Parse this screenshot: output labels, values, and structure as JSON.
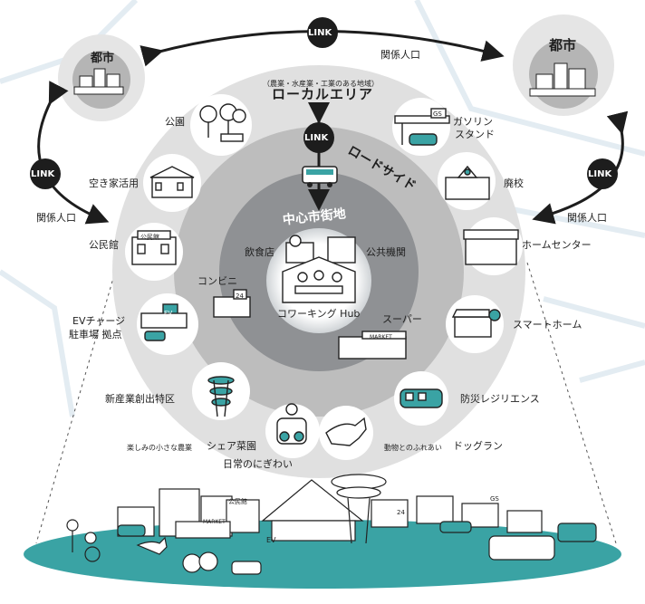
{
  "title": {
    "subtitle": "（農業・水産業・工業のある地域）",
    "main": "ローカルエリア",
    "middle": "ロードサイド",
    "center": "中心市街地"
  },
  "link": "LINK",
  "cities": {
    "left": "都市",
    "right": "都市"
  },
  "relation": {
    "top": "関係人口",
    "left": "関係人口",
    "right": "関係人口"
  },
  "items": {
    "park": "公園",
    "akiya": "空き家活用",
    "kominkan": "公民館",
    "kominkan_sign": "公民館",
    "ev_label_1": "EVチャージ",
    "ev_label_2": "駐車場 拠点",
    "ev_sign": "EV",
    "tokku": "新産業創出特区",
    "garden_small": "楽しみの小さな農業",
    "garden": "シェア菜園",
    "nigiwai": "日常のにぎわい",
    "dogrun_small": "動物とのふれあい",
    "dogrun": "ドッグラン",
    "bousai": "防災レジリエンス",
    "smarthome": "スマートホーム",
    "homecenter": "ホームセンター",
    "haikou": "廃校",
    "gas_1": "ガソリン",
    "gas_2": "スタンド",
    "gas_sign": "GS",
    "restaurant": "飲食店",
    "public": "公共機関",
    "conveni": "コンビニ",
    "conveni_sign": "24",
    "super": "スーパー",
    "market_sign": "MARKET",
    "coworking": "コワーキング Hub"
  },
  "bottom_signs": {
    "kominkan": "公民館",
    "market": "MARKET",
    "gs": "GS",
    "conveni": "24",
    "ev": "EV"
  },
  "colors": {
    "outer_ring": "#dcdcdc",
    "middle_ring": "#b9b9b9",
    "center": "#8d8f92",
    "teal": "#3aa3a4",
    "dark": "#222222",
    "map_lines": "#e6eef3"
  }
}
